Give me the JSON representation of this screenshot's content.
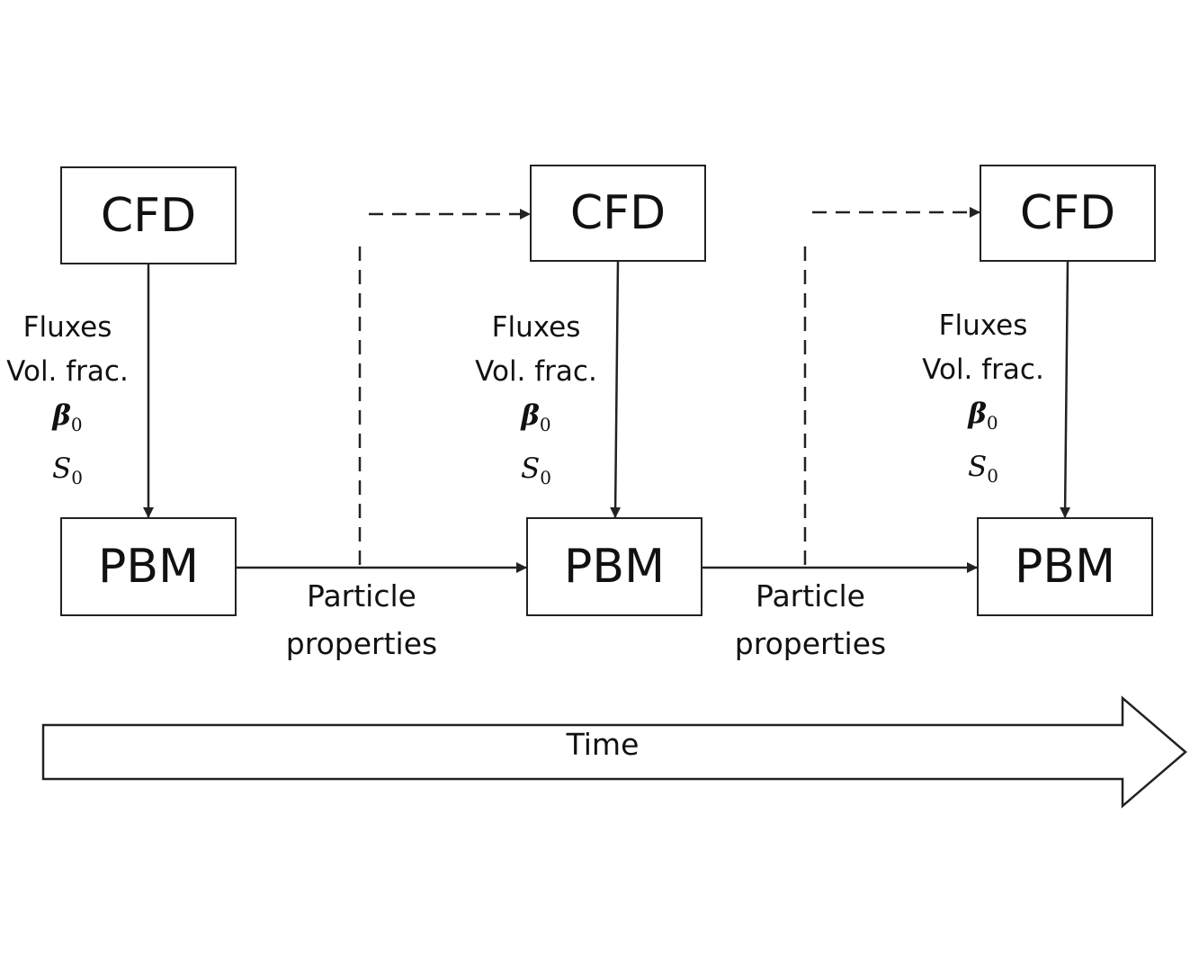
{
  "stages": [
    {
      "cfd_label": "CFD",
      "pbm_label": "PBM",
      "flow_lines": [
        "Fluxes",
        "Vol. frac."
      ],
      "beta": {
        "base": "β",
        "sub": "0"
      },
      "s": {
        "base": "S",
        "sub": "0"
      }
    },
    {
      "cfd_label": "CFD",
      "pbm_label": "PBM",
      "flow_lines": [
        "Fluxes",
        "Vol. frac."
      ],
      "beta": {
        "base": "β",
        "sub": "0"
      },
      "s": {
        "base": "S",
        "sub": "0"
      }
    },
    {
      "cfd_label": "CFD",
      "pbm_label": "PBM",
      "flow_lines": [
        "Fluxes",
        "Vol. frac."
      ],
      "beta": {
        "base": "β",
        "sub": "0"
      },
      "s": {
        "base": "S",
        "sub": "0"
      }
    }
  ],
  "transfers": [
    {
      "lines": [
        "Particle",
        "properties"
      ]
    },
    {
      "lines": [
        "Particle",
        "properties"
      ]
    }
  ],
  "time_label": "Time",
  "colors": {
    "stroke": "#222222",
    "background": "#ffffff"
  }
}
